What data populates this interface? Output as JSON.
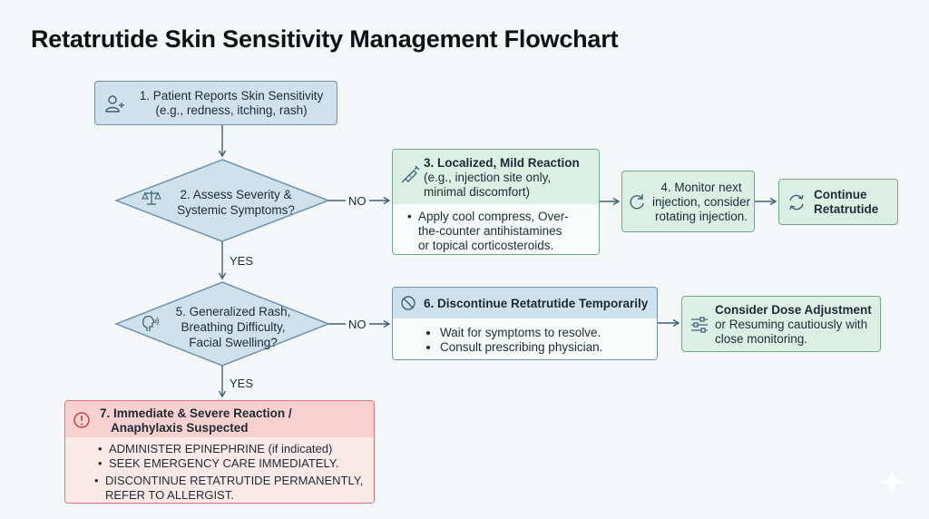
{
  "title": "Retatrutide Skin Sensitivity Management Flowchart",
  "step1": {
    "title": "1. Patient Reports Skin Sensitivity",
    "sub": "(e.g., redness, itching, rash)"
  },
  "step2": {
    "line1": "2. Assess Severity &",
    "line2": "Systemic Symptoms?"
  },
  "step3": {
    "title": "3. Localized, Mild Reaction",
    "sub1": "(e.g., injection site only,",
    "sub2": "minimal discomfort)",
    "bullet_l1": "Apply cool compress, Over-",
    "bullet_l2": "the-counter antihistamines",
    "bullet_l3": "or topical corticosteroids."
  },
  "step4": {
    "line1": "4. Monitor next",
    "line2": "injection, consider",
    "line3": "rotating injection."
  },
  "continue": {
    "line1": "Continue",
    "line2": "Retatrutide"
  },
  "step5": {
    "line1": "5. Generalized Rash,",
    "line2": "Breathing Difficulty,",
    "line3": "Facial Swelling?"
  },
  "step6": {
    "title": "6. Discontinue Retatrutide Temporarily",
    "bullets": [
      "Wait for symptoms to resolve.",
      "Consult prescribing physician."
    ]
  },
  "dose": {
    "title": "Consider Dose Adjustment",
    "line2": "or Resuming cautiously with",
    "line3": "close monitoring."
  },
  "step7": {
    "title1": "7. Immediate & Severe Reaction /",
    "title2": "Anaphylaxis Suspected",
    "bullet1": "ADMINISTER EPINEPHRINE (if indicated)",
    "bullet2": "SEEK EMERGENCY CARE IMMEDIATELY.",
    "bullet3_l1": "DISCONTINUE RETATRUTIDE PERMANENTLY,",
    "bullet3_l2": "REFER TO ALLERGIST."
  },
  "labels": {
    "no1": "NO",
    "yes1": "YES",
    "no2": "NO",
    "yes2": "YES"
  },
  "colors": {
    "blue_fill": "#cfe1ec",
    "blue_border": "#6f93ab",
    "green_fill": "#dcefe4",
    "green_border": "#72a689",
    "red_fill": "#f6d1cf",
    "red_border": "#d77a78",
    "connector": "#3f6178"
  },
  "icons": [
    "add-user-icon",
    "scales-icon",
    "syringe-icon",
    "refresh-icon",
    "breathing-head-icon",
    "prohibited-icon",
    "sliders-icon",
    "alert-icon",
    "sparkle-icon"
  ]
}
